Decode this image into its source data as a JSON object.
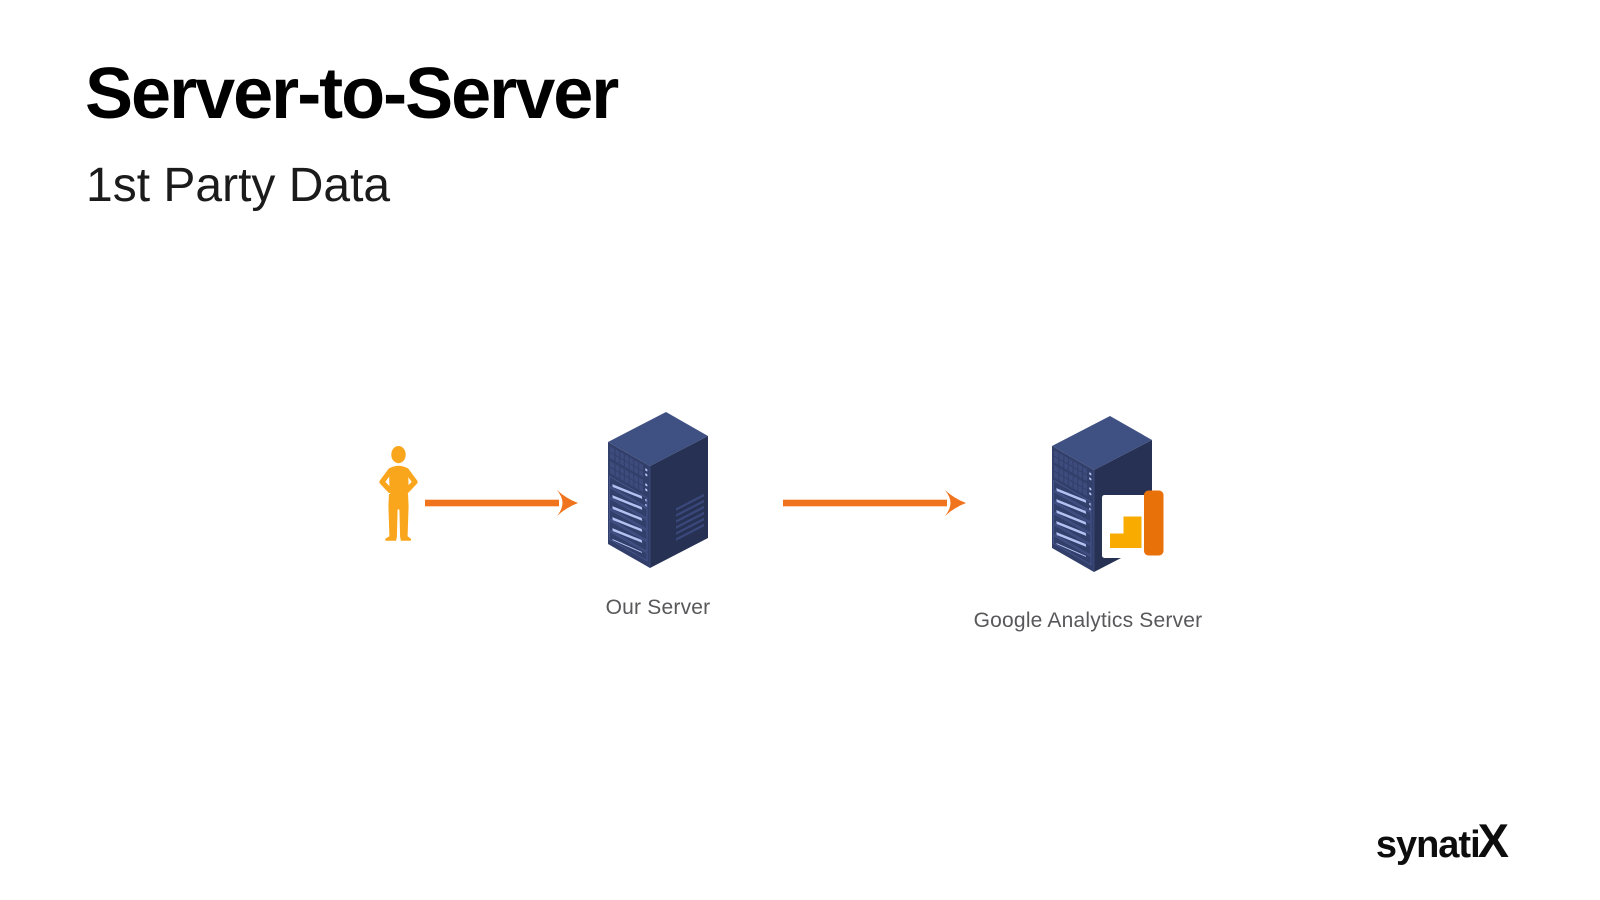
{
  "slide": {
    "title": "Server-to-Server",
    "subtitle": "1st Party Data"
  },
  "diagram": {
    "flow": [
      {
        "id": "user",
        "type": "person-icon",
        "label": ""
      },
      {
        "id": "arrow-1",
        "type": "arrow-right",
        "label": ""
      },
      {
        "id": "our-server",
        "type": "server-icon",
        "label": "Our Server"
      },
      {
        "id": "arrow-2",
        "type": "arrow-right",
        "label": ""
      },
      {
        "id": "ga-server",
        "type": "server-icon-with-google-analytics-logo",
        "label": "Google Analytics Server"
      }
    ]
  },
  "brand": {
    "name": "synatix",
    "wordmark_prefix": "synati",
    "wordmark_x": "X"
  },
  "colors": {
    "accent-orange": "#F0741D",
    "person-orange": "#FAA61C",
    "server-top": "#3F5083",
    "server-left": "#333F6B",
    "server-right": "#263153",
    "server-grid": "#3D4B7D",
    "server-tray-frame": "#46568D",
    "server-slat": "#B3C0F2",
    "server-vent": "#39477A",
    "ga-yellow": "#F9AB00",
    "ga-orange": "#E8710A",
    "label-gray": "#58585B",
    "title-black": "#000000"
  }
}
